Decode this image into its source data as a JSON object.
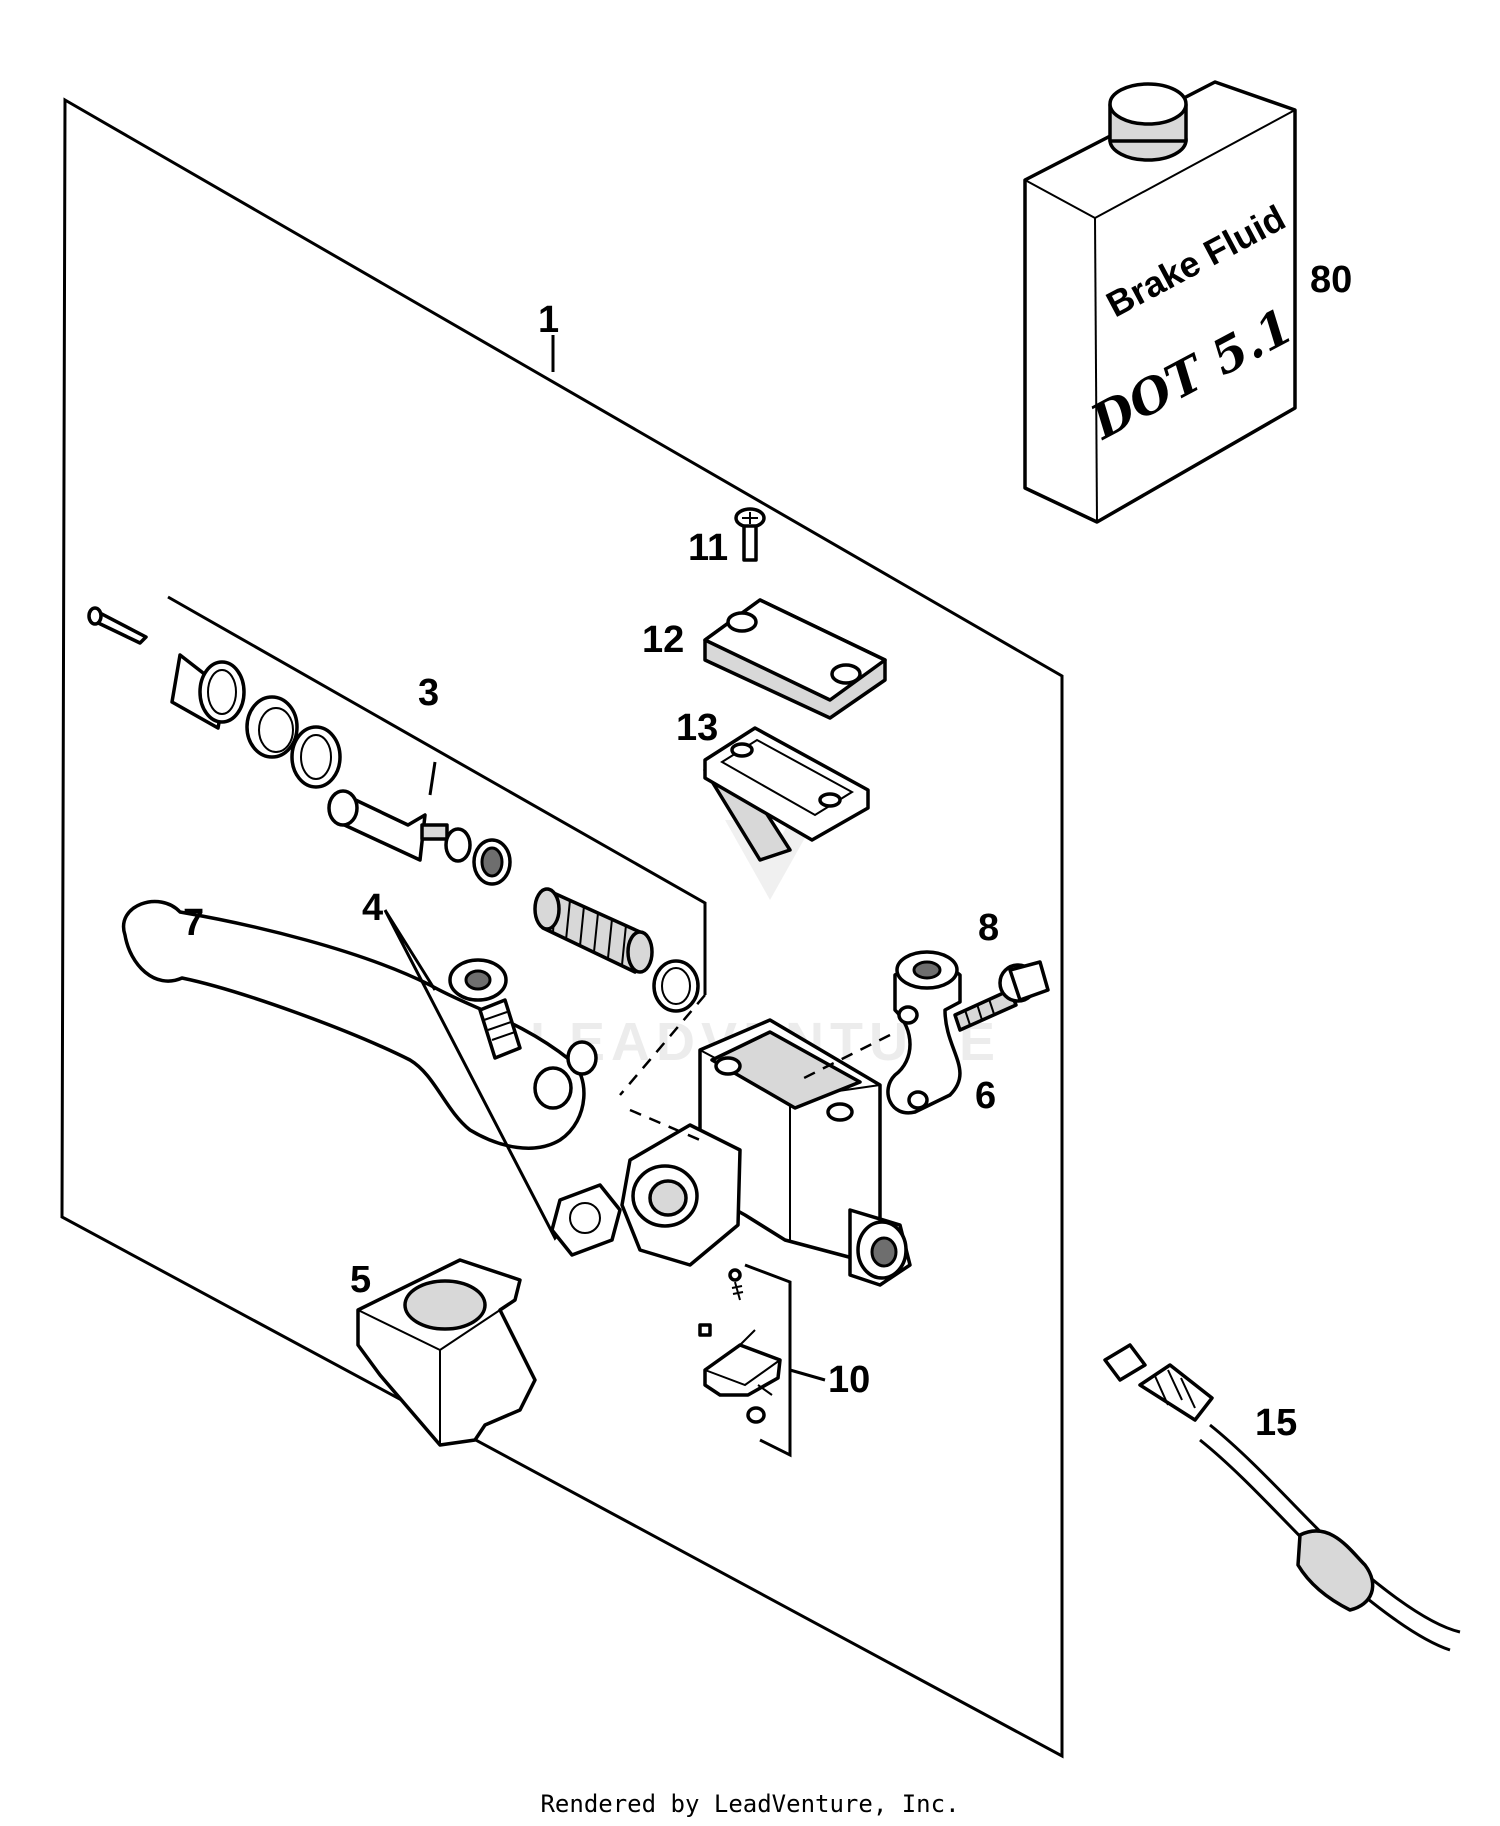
{
  "diagram": {
    "callouts": {
      "c1": "1",
      "c3": "3",
      "c4": "4",
      "c5": "5",
      "c6": "6",
      "c7": "7",
      "c8": "8",
      "c10": "10",
      "c11": "11",
      "c12": "12",
      "c13": "13",
      "c15": "15",
      "c80": "80"
    },
    "bottle": {
      "line1": "Brake Fluid",
      "line2": "DOT 5.1"
    },
    "watermark": "LEADVENTURE"
  },
  "footer": {
    "text": "Rendered by LeadVenture, Inc."
  }
}
